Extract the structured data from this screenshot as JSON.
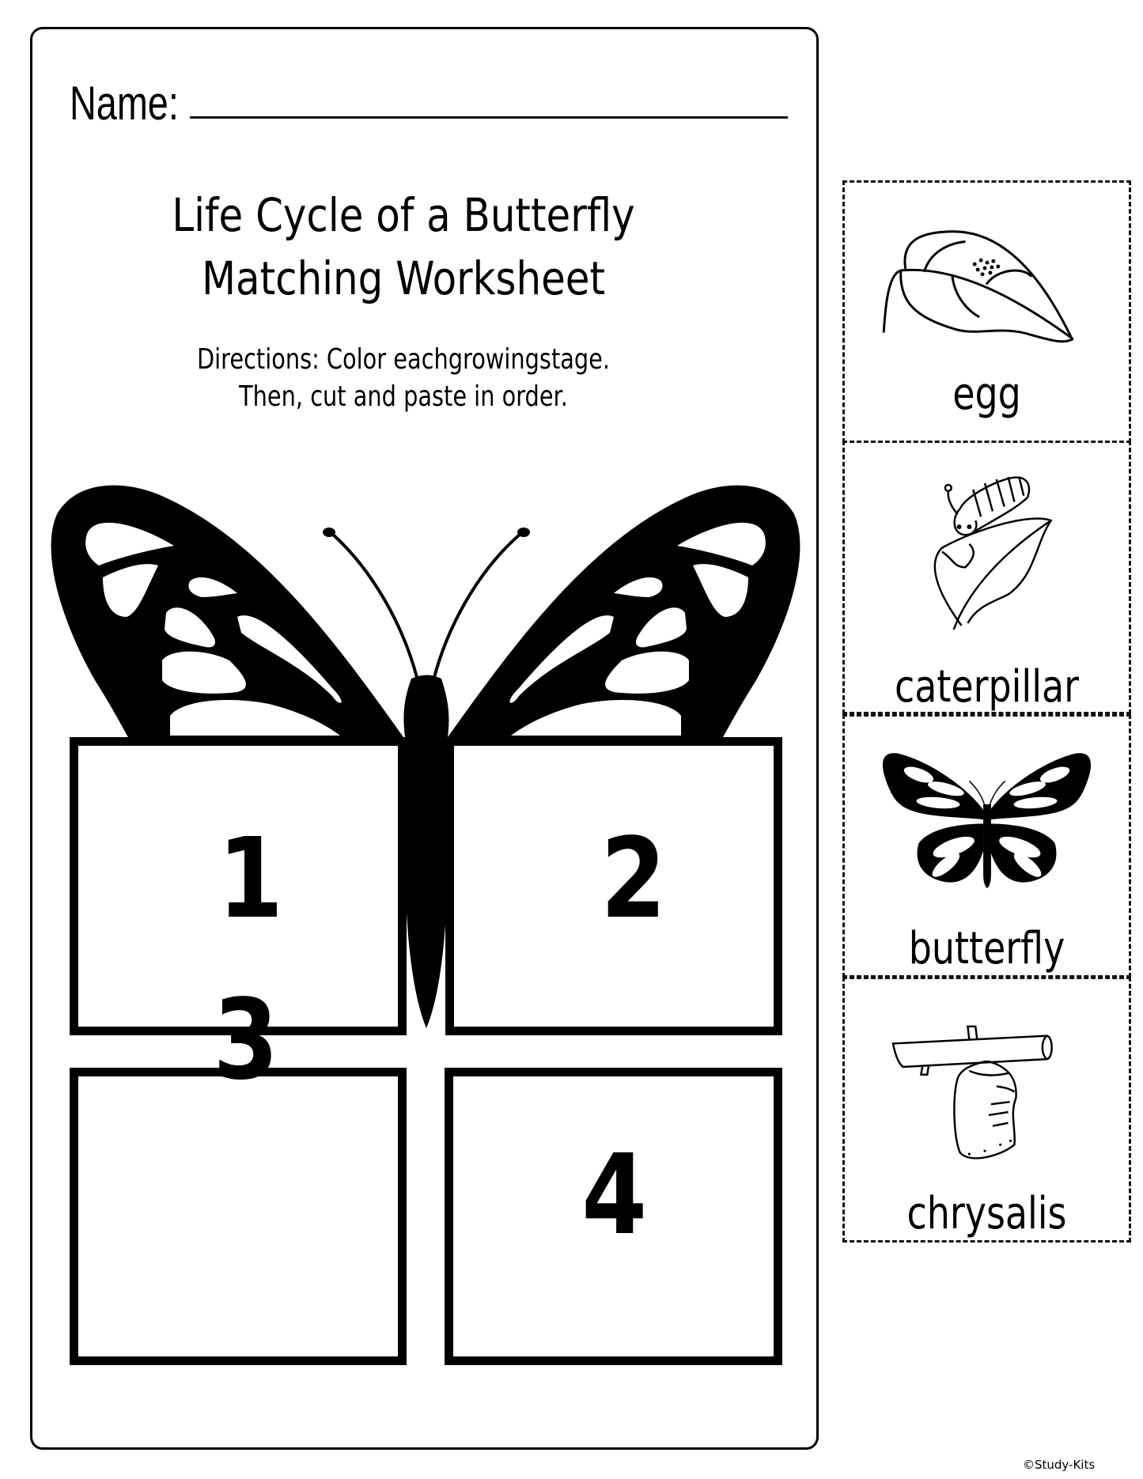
{
  "worksheet": {
    "name_label": "Name:",
    "title_line1": "Life Cycle of a Butterfly",
    "title_line2": "Matching Worksheet",
    "directions_line1": "Directions: Color eachgrowingstage.",
    "directions_line2": "Then, cut and paste in order."
  },
  "boxes": [
    {
      "number": "1"
    },
    {
      "number": "2"
    },
    {
      "number": "3"
    },
    {
      "number": "4"
    }
  ],
  "cards": [
    {
      "label": "egg",
      "icon": "egg-on-leaf-icon"
    },
    {
      "label": "caterpillar",
      "icon": "caterpillar-on-leaf-icon"
    },
    {
      "label": "butterfly",
      "icon": "butterfly-icon"
    },
    {
      "label": "chrysalis",
      "icon": "chrysalis-on-branch-icon"
    }
  ],
  "footer": {
    "copyright": "©Study-Kits"
  },
  "colors": {
    "ink": "#000000",
    "paper": "#ffffff"
  }
}
